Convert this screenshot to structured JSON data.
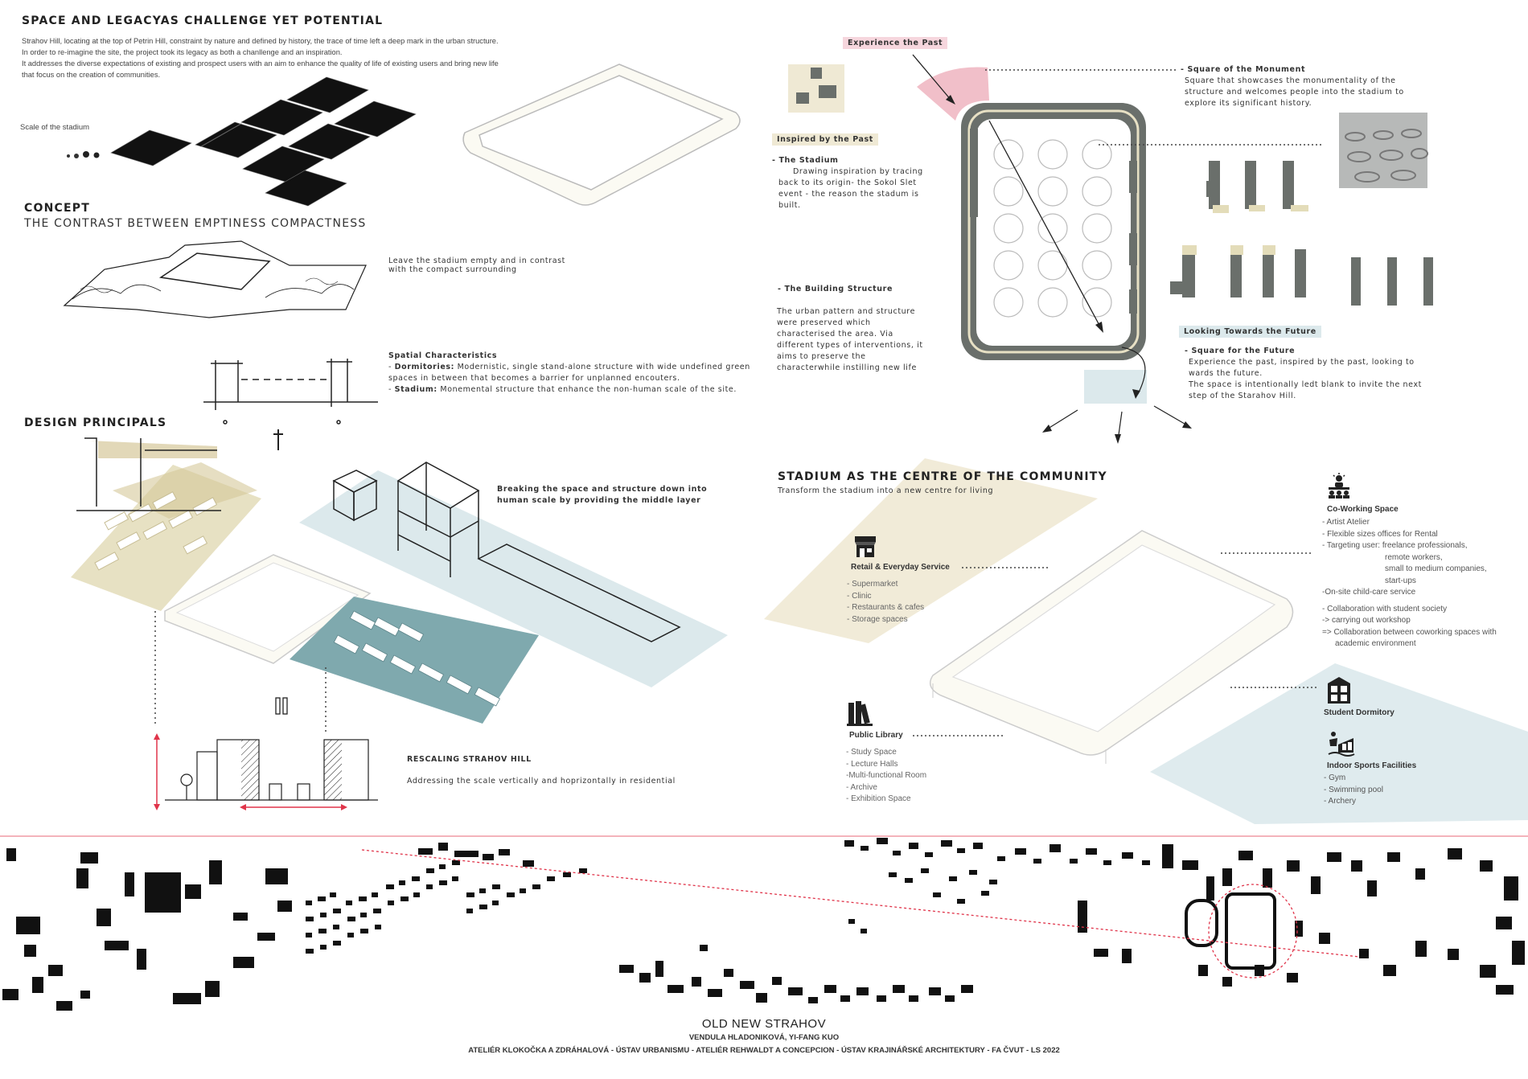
{
  "intro": {
    "title": "SPACE AND LEGACYAS CHALLENGE YET POTENTIAL",
    "paragraph1": "Strahov Hill, locating at the top of Petrin Hill, constraint by nature and defined by history, the trace of time left a deep mark in the urban structure. In order to re-imagine the site, the project took its legacy as both a chanllenge and an inspiration.",
    "paragraph2": "It addresses the diverse expectations of existing and prospect users with an aim to enhance the quality of life of existing users and bring new life that focus on the creation of communities.",
    "scale_label": "Scale of the stadium"
  },
  "concept": {
    "title": "CONCEPT",
    "subtitle": "THE CONTRAST BETWEEN EMPTINESS COMPACTNESS",
    "note": "Leave the stadium empty and in contrast with the compact surrounding",
    "spatial_title": "Spatial Characteristics",
    "dormitories_label": "Dormitories:",
    "dormitories_text": "Modernistic, single stand-alone structure with wide undefined green spaces in between that becomes a barrier for unplanned encouters.",
    "stadium_label": "Stadium:",
    "stadium_text": "Monemental structure that enhance the non-human scale of the site."
  },
  "principles": {
    "title": "DESIGN PRINCIPALS",
    "middle_layer": "Breaking the space and structure down into human scale by providing the middle layer",
    "rescaling_title": "RESCALING STRAHOV HILL",
    "rescaling_text": "Addressing the scale vertically and hoprizontally in residential"
  },
  "past": {
    "experience_tag": "Experience the Past",
    "inspired_tag": "Inspired by the Past",
    "stadium_title": "- The Stadium",
    "stadium_text": "Drawing inspiration by tracing back to its origin- the Sokol Slet event - the reason the stadum is built.",
    "building_title": "- The Building Structure",
    "building_text": "The urban pattern and structure were preserved which characterised the area. Via different types of interventions, it aims to preserve the characterwhile instilling new life",
    "monument_title": "Square of the Monument",
    "monument_text": "Square that showcases the monumentality of the structure and welcomes people into the stadium to explore its significant history.",
    "future_tag": "Looking Towards the Future",
    "future_title": "Square for the Future",
    "future_text1": "Experience the past, inspired by the past, looking to wards the future.",
    "future_text2": "The space is intentionally ledt blank to invite the next step of the Starahov Hill."
  },
  "community": {
    "title": "STADIUM AS THE CENTRE OF THE COMMUNITY",
    "subtitle": "Transform the stadium into a new centre for living",
    "retail": {
      "title": "Retail & Everyday Service",
      "items": [
        "- Supermarket",
        "- Clinic",
        "- Restaurants & cafes",
        "- Storage spaces"
      ]
    },
    "library": {
      "title": "Public Library",
      "items": [
        "- Study Space",
        "- Lecture Halls",
        "-Multi-functional Room",
        "- Archive",
        "- Exhibition Space"
      ]
    },
    "coworking": {
      "title": "Co-Working Space",
      "items": [
        "- Artist Atelier",
        "- Flexible sizes offices for Rental",
        "- Targeting user: freelance professionals,",
        "remote workers,",
        "small to medium companies,",
        "start-ups",
        "-On-site child-care service",
        "- Collaboration with student society",
        "-> carrying out workshop",
        "=> Collaboration between coworking spaces with",
        "academic environment"
      ]
    },
    "dormitory": {
      "title": "Student Dormitory"
    },
    "sports": {
      "title": "Indoor Sports Facilities",
      "items": [
        "- Gym",
        "- Swimming pool",
        "- Archery"
      ]
    }
  },
  "footer": {
    "title": "OLD NEW STRAHOV",
    "authors": "VENDULA HLADONIKOVÁ, YI-FANG KUO",
    "institutions": "ATELIÉR KLOKOČKA A ZDRÁHALOVÁ - ÚSTAV URBANISMU - ATELIÉR REHWALDT A CONCEPCION - ÚSTAV KRAJINÁŘSKÉ ARCHITEKTURY - FA ČVUT - LS 2022"
  },
  "colors": {
    "beige": "#efe9d4",
    "olive": "#c9bc8e",
    "teal": "#7fa9ae",
    "lightblue": "#dce9ec",
    "pink": "#eeb4c0",
    "gray": "#6a6f6b",
    "red": "#e0344a"
  },
  "icons": [
    "store-icon",
    "library-books-icon",
    "coworking-people-icon",
    "dormitory-building-icon",
    "sports-facility-icon"
  ]
}
